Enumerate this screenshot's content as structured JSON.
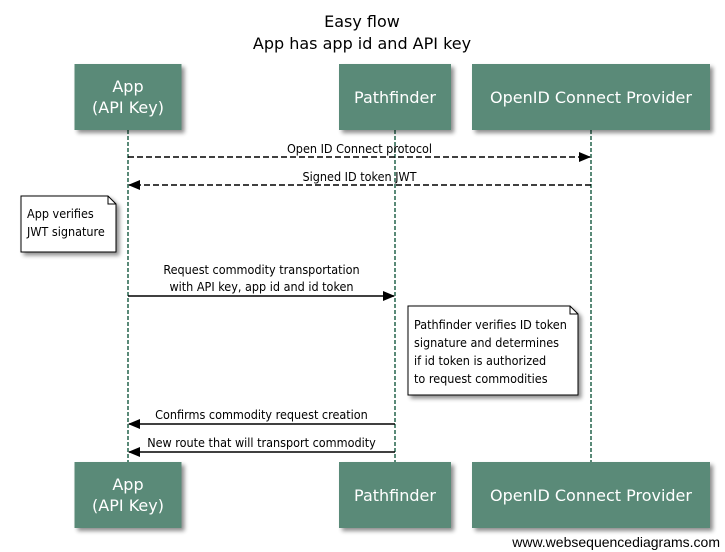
{
  "title": {
    "line1": "Easy flow",
    "line2": "App has app id and API key"
  },
  "participants": [
    {
      "id": "app",
      "line1": "App",
      "line2": "(API Key)"
    },
    {
      "id": "pathfinder",
      "line1": "Pathfinder"
    },
    {
      "id": "oidc",
      "line1": "OpenID Connect Provider"
    }
  ],
  "messages": [
    {
      "from": "app",
      "to": "oidc",
      "style": "dashed",
      "lines": [
        "Open ID Connect protocol"
      ]
    },
    {
      "from": "oidc",
      "to": "app",
      "style": "dashed",
      "lines": [
        "Signed ID token JWT"
      ]
    },
    {
      "from": "app",
      "to": "pathfinder",
      "style": "solid",
      "lines": [
        "Request commodity transportation",
        "with API key, app id and id token"
      ]
    },
    {
      "from": "pathfinder",
      "to": "app",
      "style": "solid",
      "lines": [
        "Confirms commodity request creation"
      ]
    },
    {
      "from": "pathfinder",
      "to": "app",
      "style": "solid",
      "lines": [
        "New route that will transport commodity"
      ]
    }
  ],
  "notes": [
    {
      "over": "app",
      "lines": [
        "App verifies",
        "JWT signature"
      ]
    },
    {
      "over": "pathfinder",
      "lines": [
        "Pathfinder verifies ID token",
        "signature and determines",
        "if id token is authorized",
        "to request commodities"
      ]
    }
  ],
  "footer": "www.websequencediagrams.com",
  "colors": {
    "participant_fill": "#5a8a78",
    "lifeline": "#5a8a78",
    "note_fill": "#ffffff"
  }
}
